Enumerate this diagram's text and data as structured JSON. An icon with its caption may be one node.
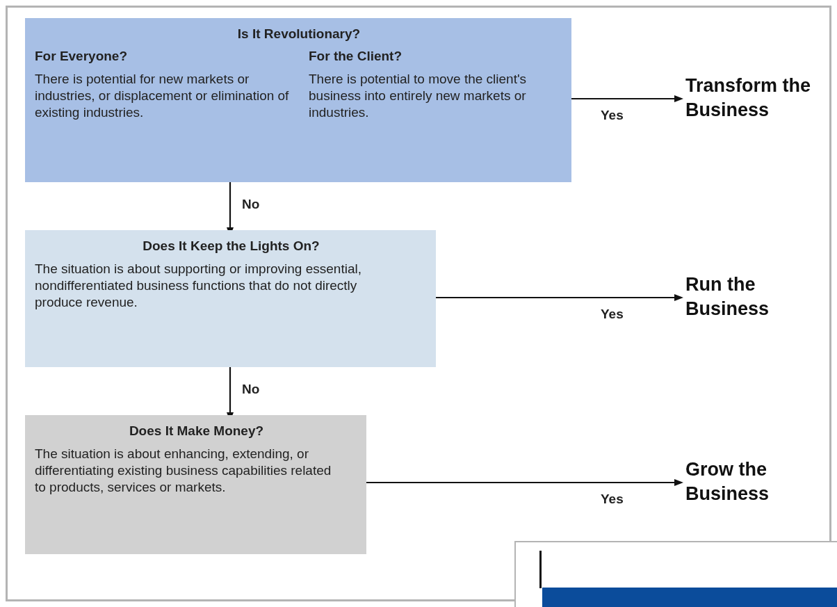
{
  "diagram": {
    "nodes": [
      {
        "text": [
          "Is It Revolutionary?",
          "For Everyone?",
          "There is potential for new markets or industries, or displacement or elimination of existing industries.",
          "For the Client?",
          "There is potential to move the client's business into entirely new markets or industries."
        ]
      },
      {
        "text": [
          "Transform the Business"
        ]
      },
      {
        "text": [
          "Does It Keep the Lights On?",
          "The situation is about supporting or improving essential, nondifferentiated business functions that do not directly produce revenue."
        ]
      },
      {
        "text": [
          "Run the Business"
        ]
      },
      {
        "text": [
          "Does It Make Money?",
          "The situation is about enhancing, extending, or differentiating existing business capabilities related to products, services or markets."
        ]
      },
      {
        "text": [
          "Grow the Business"
        ]
      }
    ],
    "edges": [
      {
        "from": 0,
        "to": 1,
        "arrow": "to",
        "label": "Yes"
      },
      {
        "from": 0,
        "to": 2,
        "arrow": "to",
        "label": "No"
      },
      {
        "from": 2,
        "to": 3,
        "arrow": "to",
        "label": "Yes"
      },
      {
        "from": 2,
        "to": 4,
        "arrow": "to",
        "label": "No"
      },
      {
        "from": 4,
        "to": 5,
        "arrow": "to",
        "label": "Yes"
      }
    ]
  }
}
